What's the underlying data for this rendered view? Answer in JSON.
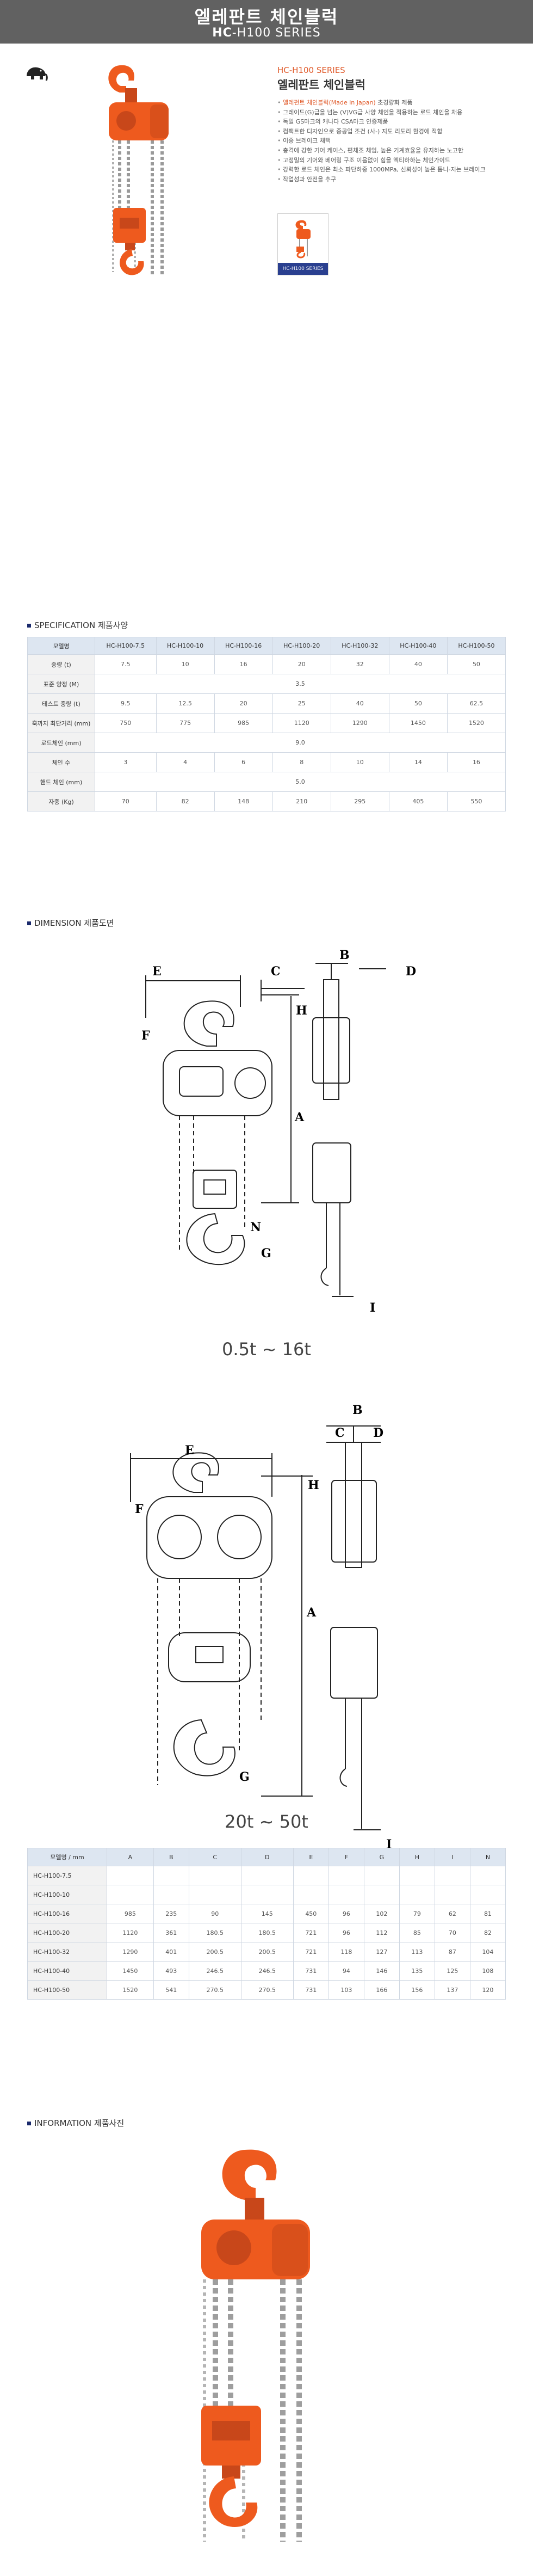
{
  "header": {
    "title": "엘레판트 체인블럭",
    "subtitle_bold": "HC",
    "subtitle_rest": "-H100 SERIES"
  },
  "product": {
    "series_label": "HC-H100 SERIES",
    "name": "엘레판트 체인블럭",
    "features": [
      {
        "hl": "엘레펀트 체인블럭(Made in Japan) ",
        "text": "초경량화 제품"
      },
      {
        "hl": "",
        "text": "그레이드(G)급을 넘는 (V)VG급 사양 체인을 적용하는 로드 체인을 채용"
      },
      {
        "hl": "",
        "text": "독일 GS마크의 캐나다 CSA마크 인증제품"
      },
      {
        "hl": "",
        "text": "컴팩트한 디자인으로 중공업 조건 (사-) 지도 리도리 환경에 적합"
      },
      {
        "hl": "",
        "text": "이중 브레이크 채택"
      },
      {
        "hl": "",
        "text": "충격에 강한 기어 케이스, 편체조 체임, 높은 기계효율을 유지하는 노고한"
      },
      {
        "hl": "",
        "text": "고정밀의 기어와 베어링 구조 이음없이 힘을 엑티하하는 체인가이드"
      },
      {
        "hl": "",
        "text": "강력한 로드 체인은 최소 파단하중 1000MPa, 신뢰성이 높은 톱니-지는 브레이크"
      },
      {
        "hl": "",
        "text": "작업성과 안전을 추구"
      }
    ],
    "badge_label": "HC-H100 SERIES"
  },
  "spec": {
    "title_en": "SPECIFICATION",
    "title_kr": "제품사양",
    "header_label": "모델명",
    "models": [
      "HC-H100-7.5",
      "HC-H100-10",
      "HC-H100-16",
      "HC-H100-20",
      "HC-H100-32",
      "HC-H100-40",
      "HC-H100-50"
    ],
    "rows": [
      {
        "label": "중량 (t)",
        "values": [
          "7.5",
          "10",
          "16",
          "20",
          "32",
          "40",
          "50"
        ]
      },
      {
        "label": "표준 양정 (M)",
        "merged": "3.5"
      },
      {
        "label": "테스트 중량 (t)",
        "values": [
          "9.5",
          "12.5",
          "20",
          "25",
          "40",
          "50",
          "62.5"
        ]
      },
      {
        "label": "훅까지 최단거리 (mm)",
        "values": [
          "750",
          "775",
          "985",
          "1120",
          "1290",
          "1450",
          "1520"
        ]
      },
      {
        "label": "로드체인 (mm)",
        "merged": "9.0"
      },
      {
        "label": "체인 수",
        "values": [
          "3",
          "4",
          "6",
          "8",
          "10",
          "14",
          "16"
        ]
      },
      {
        "label": "핸드 체인 (mm)",
        "merged": "5.0"
      },
      {
        "label": "자중 (Kg)",
        "values": [
          "70",
          "82",
          "148",
          "210",
          "295",
          "405",
          "550"
        ]
      }
    ]
  },
  "dimension": {
    "title_en": "DIMENSION",
    "title_kr": "제품도면",
    "diagram1_caption": "0.5t ~ 16t",
    "diagram2_caption": "20t ~ 50t",
    "letters1": [
      "B",
      "C",
      "D",
      "E",
      "H",
      "A",
      "F",
      "N",
      "G",
      "I"
    ],
    "letters2": [
      "B",
      "C",
      "D",
      "E",
      "H",
      "A",
      "F",
      "G",
      "I"
    ]
  },
  "dimtable": {
    "header": [
      "모델명 / mm",
      "A",
      "B",
      "C",
      "D",
      "E",
      "F",
      "G",
      "H",
      "I",
      "N"
    ],
    "rows": [
      [
        "HC-H100-7.5",
        "",
        "",
        "",
        "",
        "",
        "",
        "",
        "",
        "",
        ""
      ],
      [
        "HC-H100-10",
        "",
        "",
        "",
        "",
        "",
        "",
        "",
        "",
        "",
        ""
      ],
      [
        "HC-H100-16",
        "985",
        "235",
        "90",
        "145",
        "450",
        "96",
        "102",
        "79",
        "62",
        "81"
      ],
      [
        "HC-H100-20",
        "1120",
        "361",
        "180.5",
        "180.5",
        "721",
        "96",
        "112",
        "85",
        "70",
        "82"
      ],
      [
        "HC-H100-32",
        "1290",
        "401",
        "200.5",
        "200.5",
        "721",
        "118",
        "127",
        "113",
        "87",
        "104"
      ],
      [
        "HC-H100-40",
        "1450",
        "493",
        "246.5",
        "246.5",
        "731",
        "94",
        "146",
        "135",
        "125",
        "108"
      ],
      [
        "HC-H100-50",
        "1520",
        "541",
        "270.5",
        "270.5",
        "731",
        "103",
        "166",
        "156",
        "137",
        "120"
      ]
    ]
  },
  "information": {
    "title_en": "INFORMATION",
    "title_kr": "제품사진"
  },
  "colors": {
    "header_bg": "#616161",
    "accent": "#e05a2a",
    "hoist_orange": "#ee5a1e",
    "table_header": "#dde6f1",
    "badge_blue": "#2a3f8f"
  }
}
